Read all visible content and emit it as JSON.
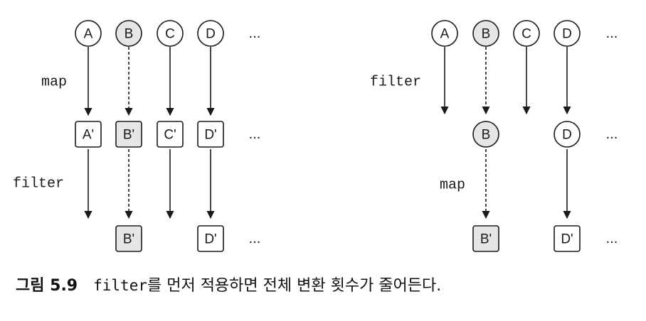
{
  "caption": {
    "number": "그림 5.9",
    "code": "filter",
    "text": "를 먼저 적용하면 전체 변환 횟수가 줄어든다."
  },
  "ellipsis": "...",
  "colors": {
    "stroke": "#1a1a1a",
    "gray_fill": "#e6e6e6",
    "white_fill": "#ffffff"
  },
  "left": {
    "inputs": [
      {
        "label": "A",
        "shaded": false
      },
      {
        "label": "B",
        "shaded": true
      },
      {
        "label": "C",
        "shaded": false
      },
      {
        "label": "D",
        "shaded": false
      }
    ],
    "op1": "map",
    "mapped": [
      {
        "label": "A'",
        "shaded": false
      },
      {
        "label": "B'",
        "shaded": true
      },
      {
        "label": "C'",
        "shaded": false
      },
      {
        "label": "D'",
        "shaded": false
      }
    ],
    "op2": "filter",
    "results": [
      {
        "label": "B'",
        "shaded": true
      },
      {
        "label": "D'",
        "shaded": false
      }
    ]
  },
  "right": {
    "inputs": [
      {
        "label": "A",
        "shaded": false
      },
      {
        "label": "B",
        "shaded": true
      },
      {
        "label": "C",
        "shaded": false
      },
      {
        "label": "D",
        "shaded": false
      }
    ],
    "op1": "filter",
    "filtered": [
      {
        "label": "B",
        "shaded": true
      },
      {
        "label": "D",
        "shaded": false
      }
    ],
    "op2": "map",
    "results": [
      {
        "label": "B'",
        "shaded": true
      },
      {
        "label": "D'",
        "shaded": false
      }
    ]
  }
}
